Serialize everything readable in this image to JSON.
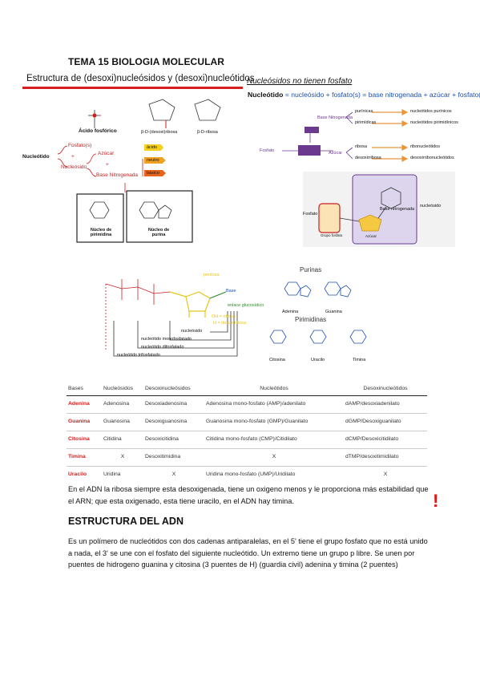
{
  "header": {
    "title": "TEMA 15 BIOLOGIA MOLECULAR",
    "subtitle": "Estructura de (desoxi)nucleósidos y (desoxi)nucleótidos"
  },
  "fig1": {
    "acido_fosforico": "Ácido fosfórico",
    "d_ribosa": "β-D-(desoxi)ribosa",
    "d_ribosa2": "β-D-ribosa",
    "nucleotido": "Nucleótido",
    "fosfato": "Fosfato(s)",
    "nucleosido": "Nucleósido",
    "azucar": "Azúcar",
    "base_nitrogenada": "Base Nitrogenada",
    "acido": "ácido",
    "neutro": "neutro",
    "basico": "básico",
    "pirimidina": "Núcleo de pirimidina",
    "purina": "Núcleo de purina",
    "plus": "+"
  },
  "fig2": {
    "note": "Nucleósidos no tienen fosfato",
    "formula_head": "Nucleótido",
    "formula_body": " = nucleósido + fosfato(s) = base nitrogenada + azúcar + fosfato(s)",
    "base_nitrogenada": "Base Nitrogenada",
    "purinicas": "purínicas",
    "pirimidinicas": "pirimídicas",
    "nuc_purinicos": "nucleótidos purínicos",
    "nuc_pirimidinicos": "nucleótidos pirimidínicos",
    "fosfato": "Fosfato",
    "azucar": "Azúcar",
    "ribosa": "ribosa",
    "desoxirribosa": "desoxirribosa",
    "ribonucleotidos": "ribonucleótidos",
    "desoxirribonucleotidos": "desoxirribonucleótidos"
  },
  "fig3": {
    "fosfato": "Fosfato",
    "base_nitrogenada": "Base nitrogenada",
    "nucleosido": "nucleósido",
    "grupo_fosfato": "Grupo fosfato",
    "azucar": "Azúcar"
  },
  "fig4": {
    "pentosa": "pentosa",
    "base": "Base",
    "enlace": "enlace glucosídico",
    "oh_ribosa": "OH = ribosa",
    "h_desoxi": "H = desoxiribosa",
    "nucleosido": "nucleósido",
    "monofosfatado": "nucleótido monofosfatado",
    "difosfatado": "nucleótido difosfatado",
    "trifosfatado": "nucleótido trifosfatado"
  },
  "fig5": {
    "purinas": "Purinas",
    "adenina": "Adenina",
    "guanina": "Guanina",
    "pirimidinas": "Pirimidinas",
    "citosina": "Citosina",
    "uracilo": "Uracilo",
    "timina": "Timina"
  },
  "table": {
    "headers": [
      "Bases",
      "Nucleósidos",
      "Desoxinucleósidos",
      "Nucleótidos",
      "Desoxinucleótidos"
    ],
    "rows": [
      [
        "Adenina",
        "Adenosina",
        "Desoxiadenosina",
        "Adenosina mono-fosfato (AMP)/adenilato",
        "dAMP/desoxiadenilato"
      ],
      [
        "Guanina",
        "Guanosina",
        "Desoxiguanosina",
        "Guanosina mono-fosfato (GMP)/Guanilato",
        "dGMP/Desoxiguanilato"
      ],
      [
        "Citosina",
        "Citidina",
        "Desoxicitidina",
        "Citidina mono-fosfato (CMP)/Citidilato",
        "dCMP/Desoxicitidilato"
      ],
      [
        "Timina",
        "X",
        "Desoxitimidina",
        "X",
        "dTMP/desoxitimidilato"
      ],
      [
        "Uracilo",
        "Uridina",
        "X",
        "Uridina mono-fosfato (UMP)/Uridilato",
        "X"
      ]
    ]
  },
  "para1": "En el ADN la ribosa siempre esta desoxigenada, tiene un oxigeno menos y le proporciona más estabilidad que el ARN; que esta oxigenado, esta tiene uracilo, en el ADN hay timina.",
  "exclamation": "!",
  "section_title": "ESTRUCTURA DEL ADN",
  "para2": "Es un polímero de nucleótidos con dos cadenas antiparalelas, en el 5' tiene el grupo fosfato que no está unido a nada, el 3' se une con el fosfato del siguiente nucleótido. Un extremo tiene un grupo p libre. Se unen por puentes de hidrogeno guanina y citosina (3 puentes de H) (guardia civil) adenina y timina (2 puentes)",
  "colors": {
    "accent_red": "#d62020",
    "blue": "#1e4fb0",
    "yellow": "#e8c51a",
    "purple": "#6b3a8f",
    "orange": "#f0a020"
  }
}
